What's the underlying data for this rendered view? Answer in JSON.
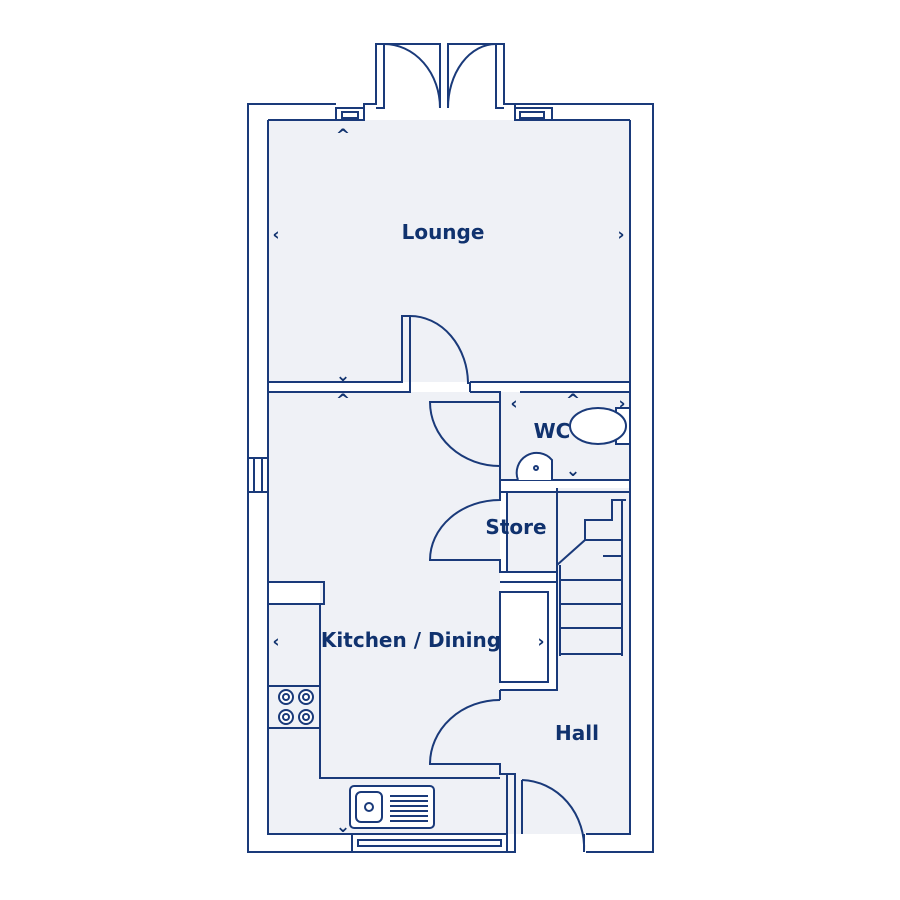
{
  "rooms": {
    "lounge": "Lounge",
    "wc": "WC",
    "store": "Store",
    "kitchen_dining": "Kitchen / Dining",
    "hall": "Hall"
  },
  "colors": {
    "wall": "#1a3a7a",
    "floor": "#eff1f6",
    "text": "#10326e",
    "background": "#ffffff"
  },
  "icons": {
    "dimension_marker": "chevron-icon",
    "toilet": "toilet-icon",
    "basin": "basin-icon",
    "hob": "hob-icon",
    "sink": "sink-icon",
    "stairs": "stairs-icon"
  }
}
